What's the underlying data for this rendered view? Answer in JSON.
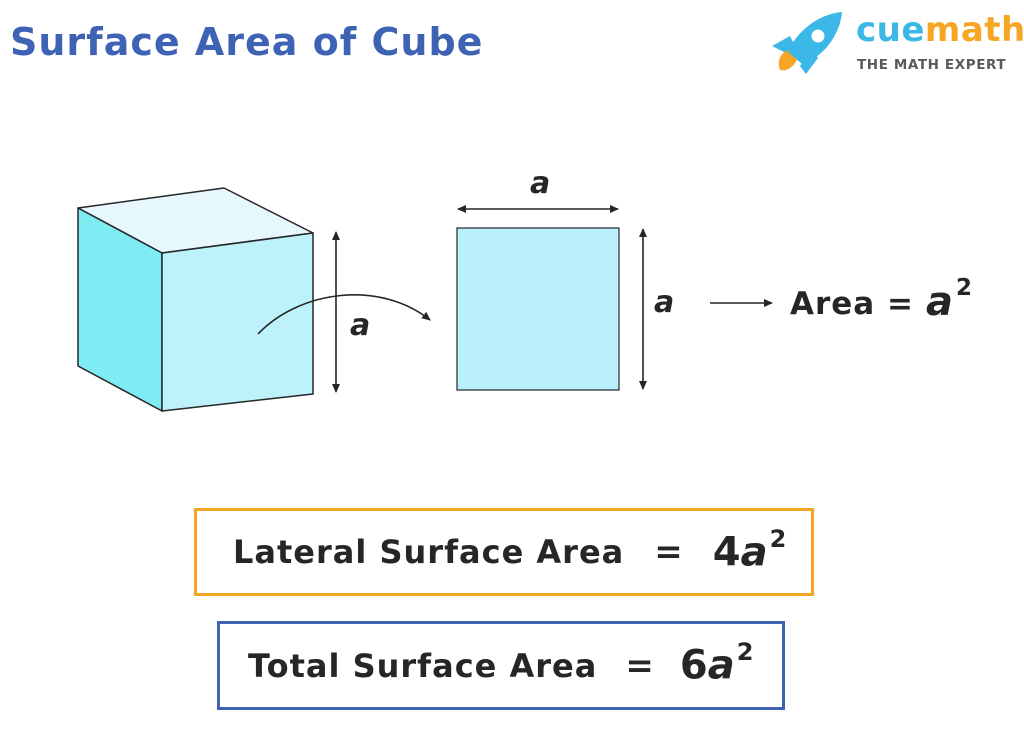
{
  "title": "Surface Area of Cube",
  "logo": {
    "word_part1": "cue",
    "word_part2": "math",
    "tagline": "THE MATH EXPERT",
    "icon": "rocket-icon",
    "colors": {
      "cue": "#3bb8e8",
      "math": "#f6a623",
      "rocket_body": "#3bb8e8",
      "rocket_flame": "#f6a623"
    }
  },
  "diagram": {
    "cube_side_label": "a",
    "square_top_label": "a",
    "square_side_label": "a",
    "area_label": "Area =",
    "area_var": "a",
    "area_exp": "2",
    "colors": {
      "cube_top": "#e6f8fd",
      "cube_front": "#bdf2fb",
      "cube_side": "#7eecf2",
      "square_fill": "#b9f0fc",
      "stroke": "#262626"
    }
  },
  "formulas": {
    "lateral": {
      "label": "Lateral Surface Area",
      "eq": "=",
      "coef": "4",
      "var": "a",
      "exp": "2",
      "border_color": "#f0a61e"
    },
    "total": {
      "label": "Total Surface Area",
      "eq": "=",
      "coef": "6",
      "var": "a",
      "exp": "2",
      "border_color": "#3f62b3"
    }
  }
}
